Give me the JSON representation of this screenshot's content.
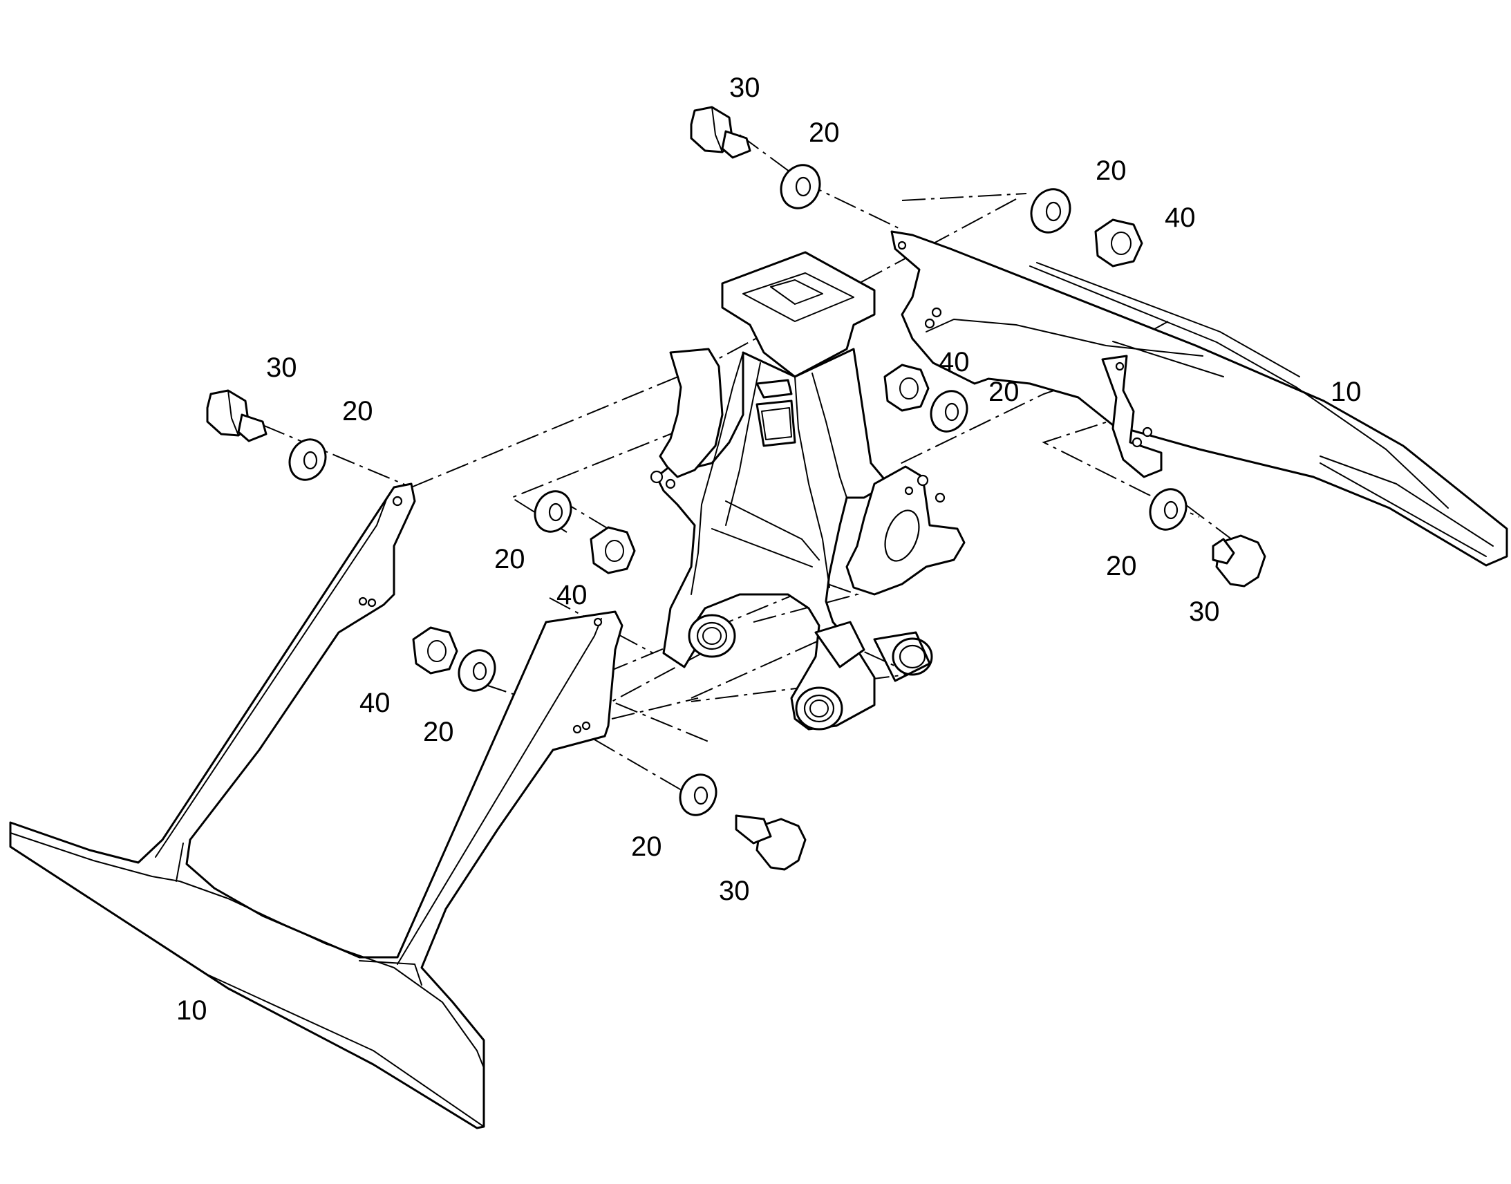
{
  "diagram": {
    "callouts": [
      {
        "id": "c1",
        "text": "30"
      },
      {
        "id": "c2",
        "text": "20"
      },
      {
        "id": "c3",
        "text": "20"
      },
      {
        "id": "c4",
        "text": "40"
      },
      {
        "id": "c5",
        "text": "30"
      },
      {
        "id": "c6",
        "text": "20"
      },
      {
        "id": "c7",
        "text": "40"
      },
      {
        "id": "c8",
        "text": "20"
      },
      {
        "id": "c9",
        "text": "10"
      },
      {
        "id": "c10",
        "text": "20"
      },
      {
        "id": "c11",
        "text": "40"
      },
      {
        "id": "c12",
        "text": "20"
      },
      {
        "id": "c13",
        "text": "30"
      },
      {
        "id": "c14",
        "text": "40"
      },
      {
        "id": "c15",
        "text": "20"
      },
      {
        "id": "c16",
        "text": "20"
      },
      {
        "id": "c17",
        "text": "30"
      },
      {
        "id": "c18",
        "text": "10"
      }
    ]
  }
}
